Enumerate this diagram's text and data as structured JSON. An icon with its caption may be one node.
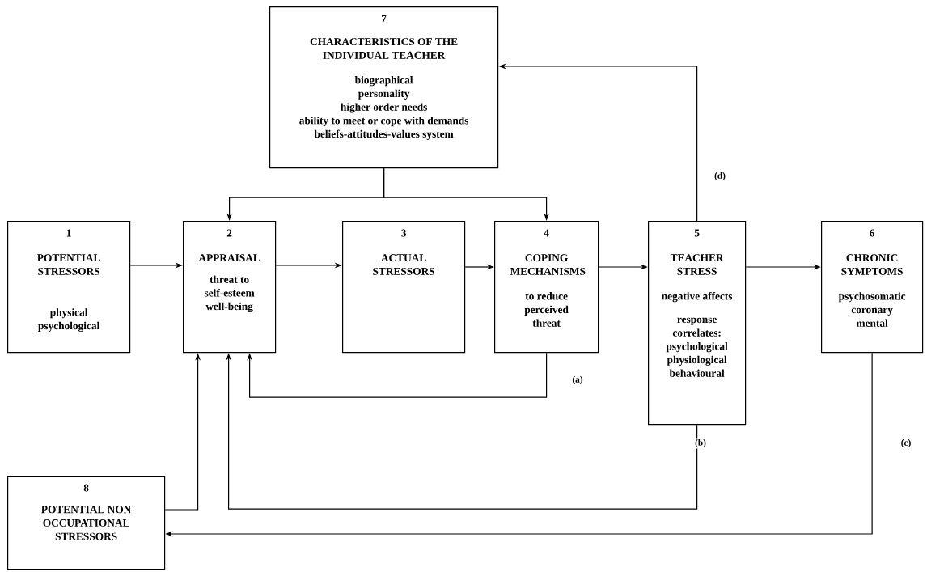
{
  "diagram": {
    "nodes": [
      {
        "text": [
          "7",
          "CHARACTERISTICS OF THE INDIVIDUAL TEACHER",
          "biographical",
          "personality",
          "higher order needs",
          "ability to meet or cope with demands",
          "beliefs-attitudes-values system"
        ]
      },
      {
        "text": [
          "1",
          "POTENTIAL STRESSORS",
          "physical",
          "psychological"
        ]
      },
      {
        "text": [
          "2",
          "APPRAISAL",
          "threat to self-esteem well-being"
        ]
      },
      {
        "text": [
          "3",
          "ACTUAL STRESSORS"
        ]
      },
      {
        "text": [
          "4",
          "COPING MECHANISMS",
          "to reduce perceived threat"
        ]
      },
      {
        "text": [
          "5",
          "TEACHER STRESS",
          "negative affects",
          "response correlates:",
          "psychological",
          "physiological",
          "behavioural"
        ]
      },
      {
        "text": [
          "6",
          "CHRONIC SYMPTOMS",
          "psychosomatic",
          "coronary",
          "mental"
        ]
      },
      {
        "text": [
          "8",
          "POTENTIAL NON OCCUPATIONAL STRESSORS"
        ]
      }
    ],
    "edges": [
      {
        "from": 1,
        "to": 2,
        "arrow": "to"
      },
      {
        "from": 2,
        "to": 3,
        "arrow": "to"
      },
      {
        "from": 3,
        "to": 4,
        "arrow": "to"
      },
      {
        "from": 4,
        "to": 5,
        "arrow": "to"
      },
      {
        "from": 5,
        "to": 6,
        "arrow": "to"
      },
      {
        "from": 0,
        "to": 2,
        "arrow": "to"
      },
      {
        "from": 0,
        "to": 4,
        "arrow": "to"
      },
      {
        "from": 4,
        "to": 2,
        "arrow": "to",
        "label": "(a)"
      },
      {
        "from": 5,
        "to": 0,
        "arrow": "to",
        "label": "(d)"
      },
      {
        "from": 5,
        "to": 2,
        "arrow": "to",
        "label": "(b)"
      },
      {
        "from": 7,
        "to": 2,
        "arrow": "to"
      },
      {
        "from": 6,
        "to": 7,
        "arrow": "to",
        "label": "(c)"
      }
    ]
  }
}
